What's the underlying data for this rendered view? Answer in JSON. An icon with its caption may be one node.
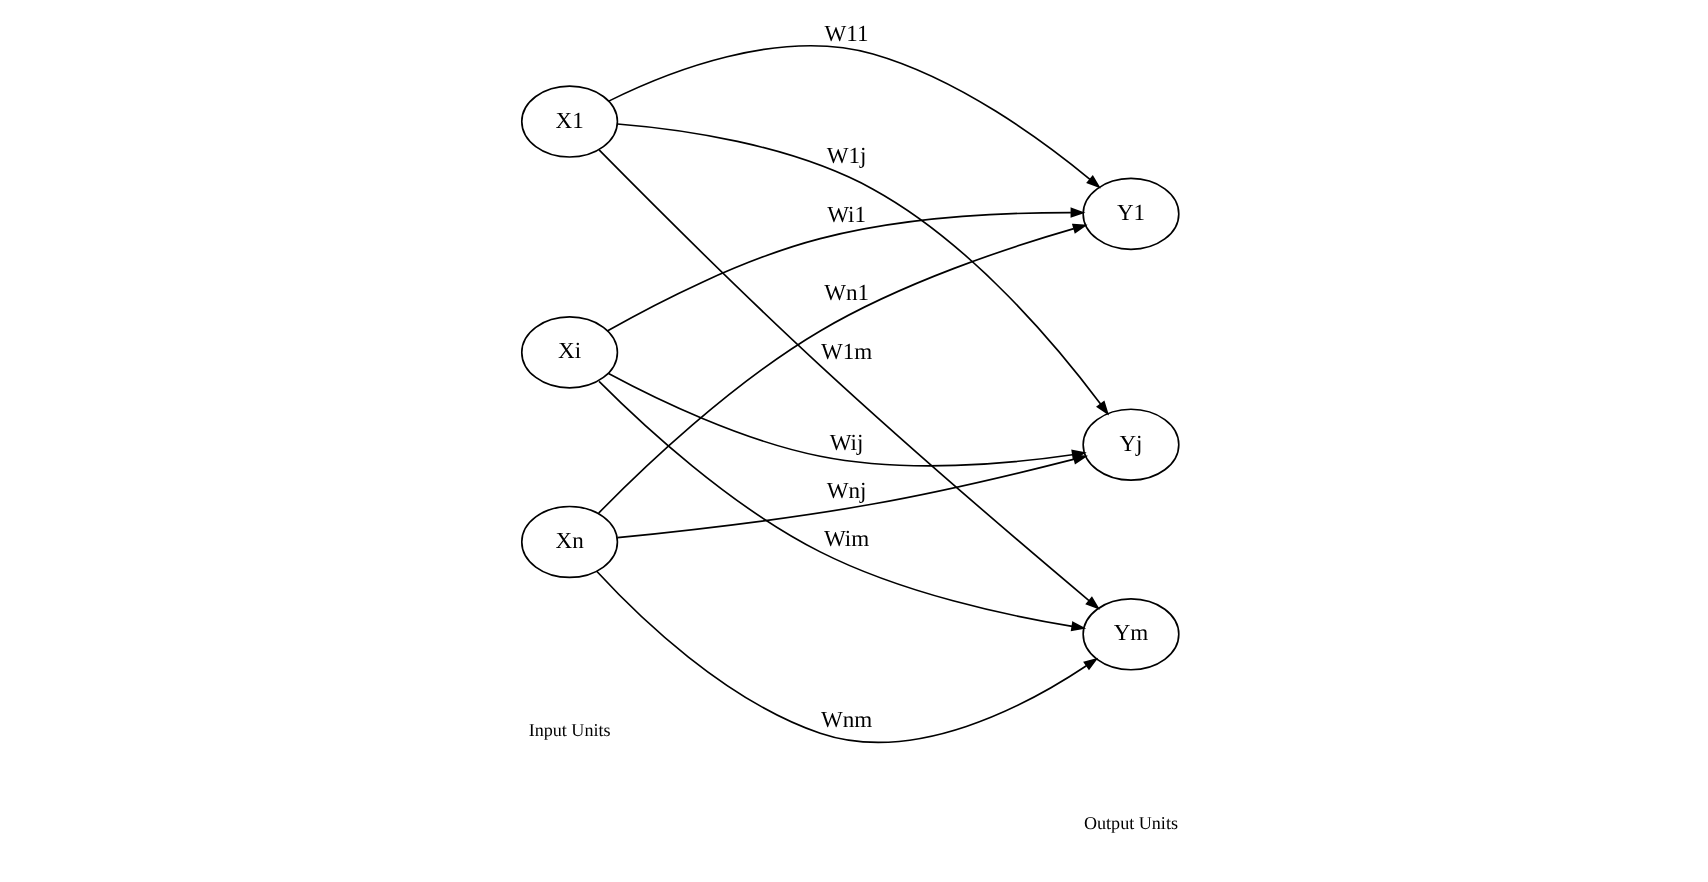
{
  "diagram": {
    "nodes": [
      {
        "text": [
          "X1"
        ]
      },
      {
        "text": [
          "Xi"
        ]
      },
      {
        "text": [
          "Xn"
        ]
      },
      {
        "text": [
          "Y1"
        ]
      },
      {
        "text": [
          "Yj"
        ]
      },
      {
        "text": [
          "Ym"
        ]
      }
    ],
    "edges": [
      {
        "from": 0,
        "to": 3,
        "arrow": "to",
        "label": "W11"
      },
      {
        "from": 0,
        "to": 4,
        "arrow": "to",
        "label": "W1j"
      },
      {
        "from": 0,
        "to": 5,
        "arrow": "to",
        "label": "W1m"
      },
      {
        "from": 1,
        "to": 3,
        "arrow": "to",
        "label": "Wi1"
      },
      {
        "from": 1,
        "to": 4,
        "arrow": "to",
        "label": "Wij"
      },
      {
        "from": 1,
        "to": 5,
        "arrow": "to",
        "label": "Wim"
      },
      {
        "from": 2,
        "to": 3,
        "arrow": "to",
        "label": "Wn1"
      },
      {
        "from": 2,
        "to": 4,
        "arrow": "to",
        "label": "Wnj"
      },
      {
        "from": 2,
        "to": 5,
        "arrow": "to",
        "label": "Wnm"
      }
    ],
    "labels": [
      "Input Units",
      "Output Units"
    ]
  }
}
